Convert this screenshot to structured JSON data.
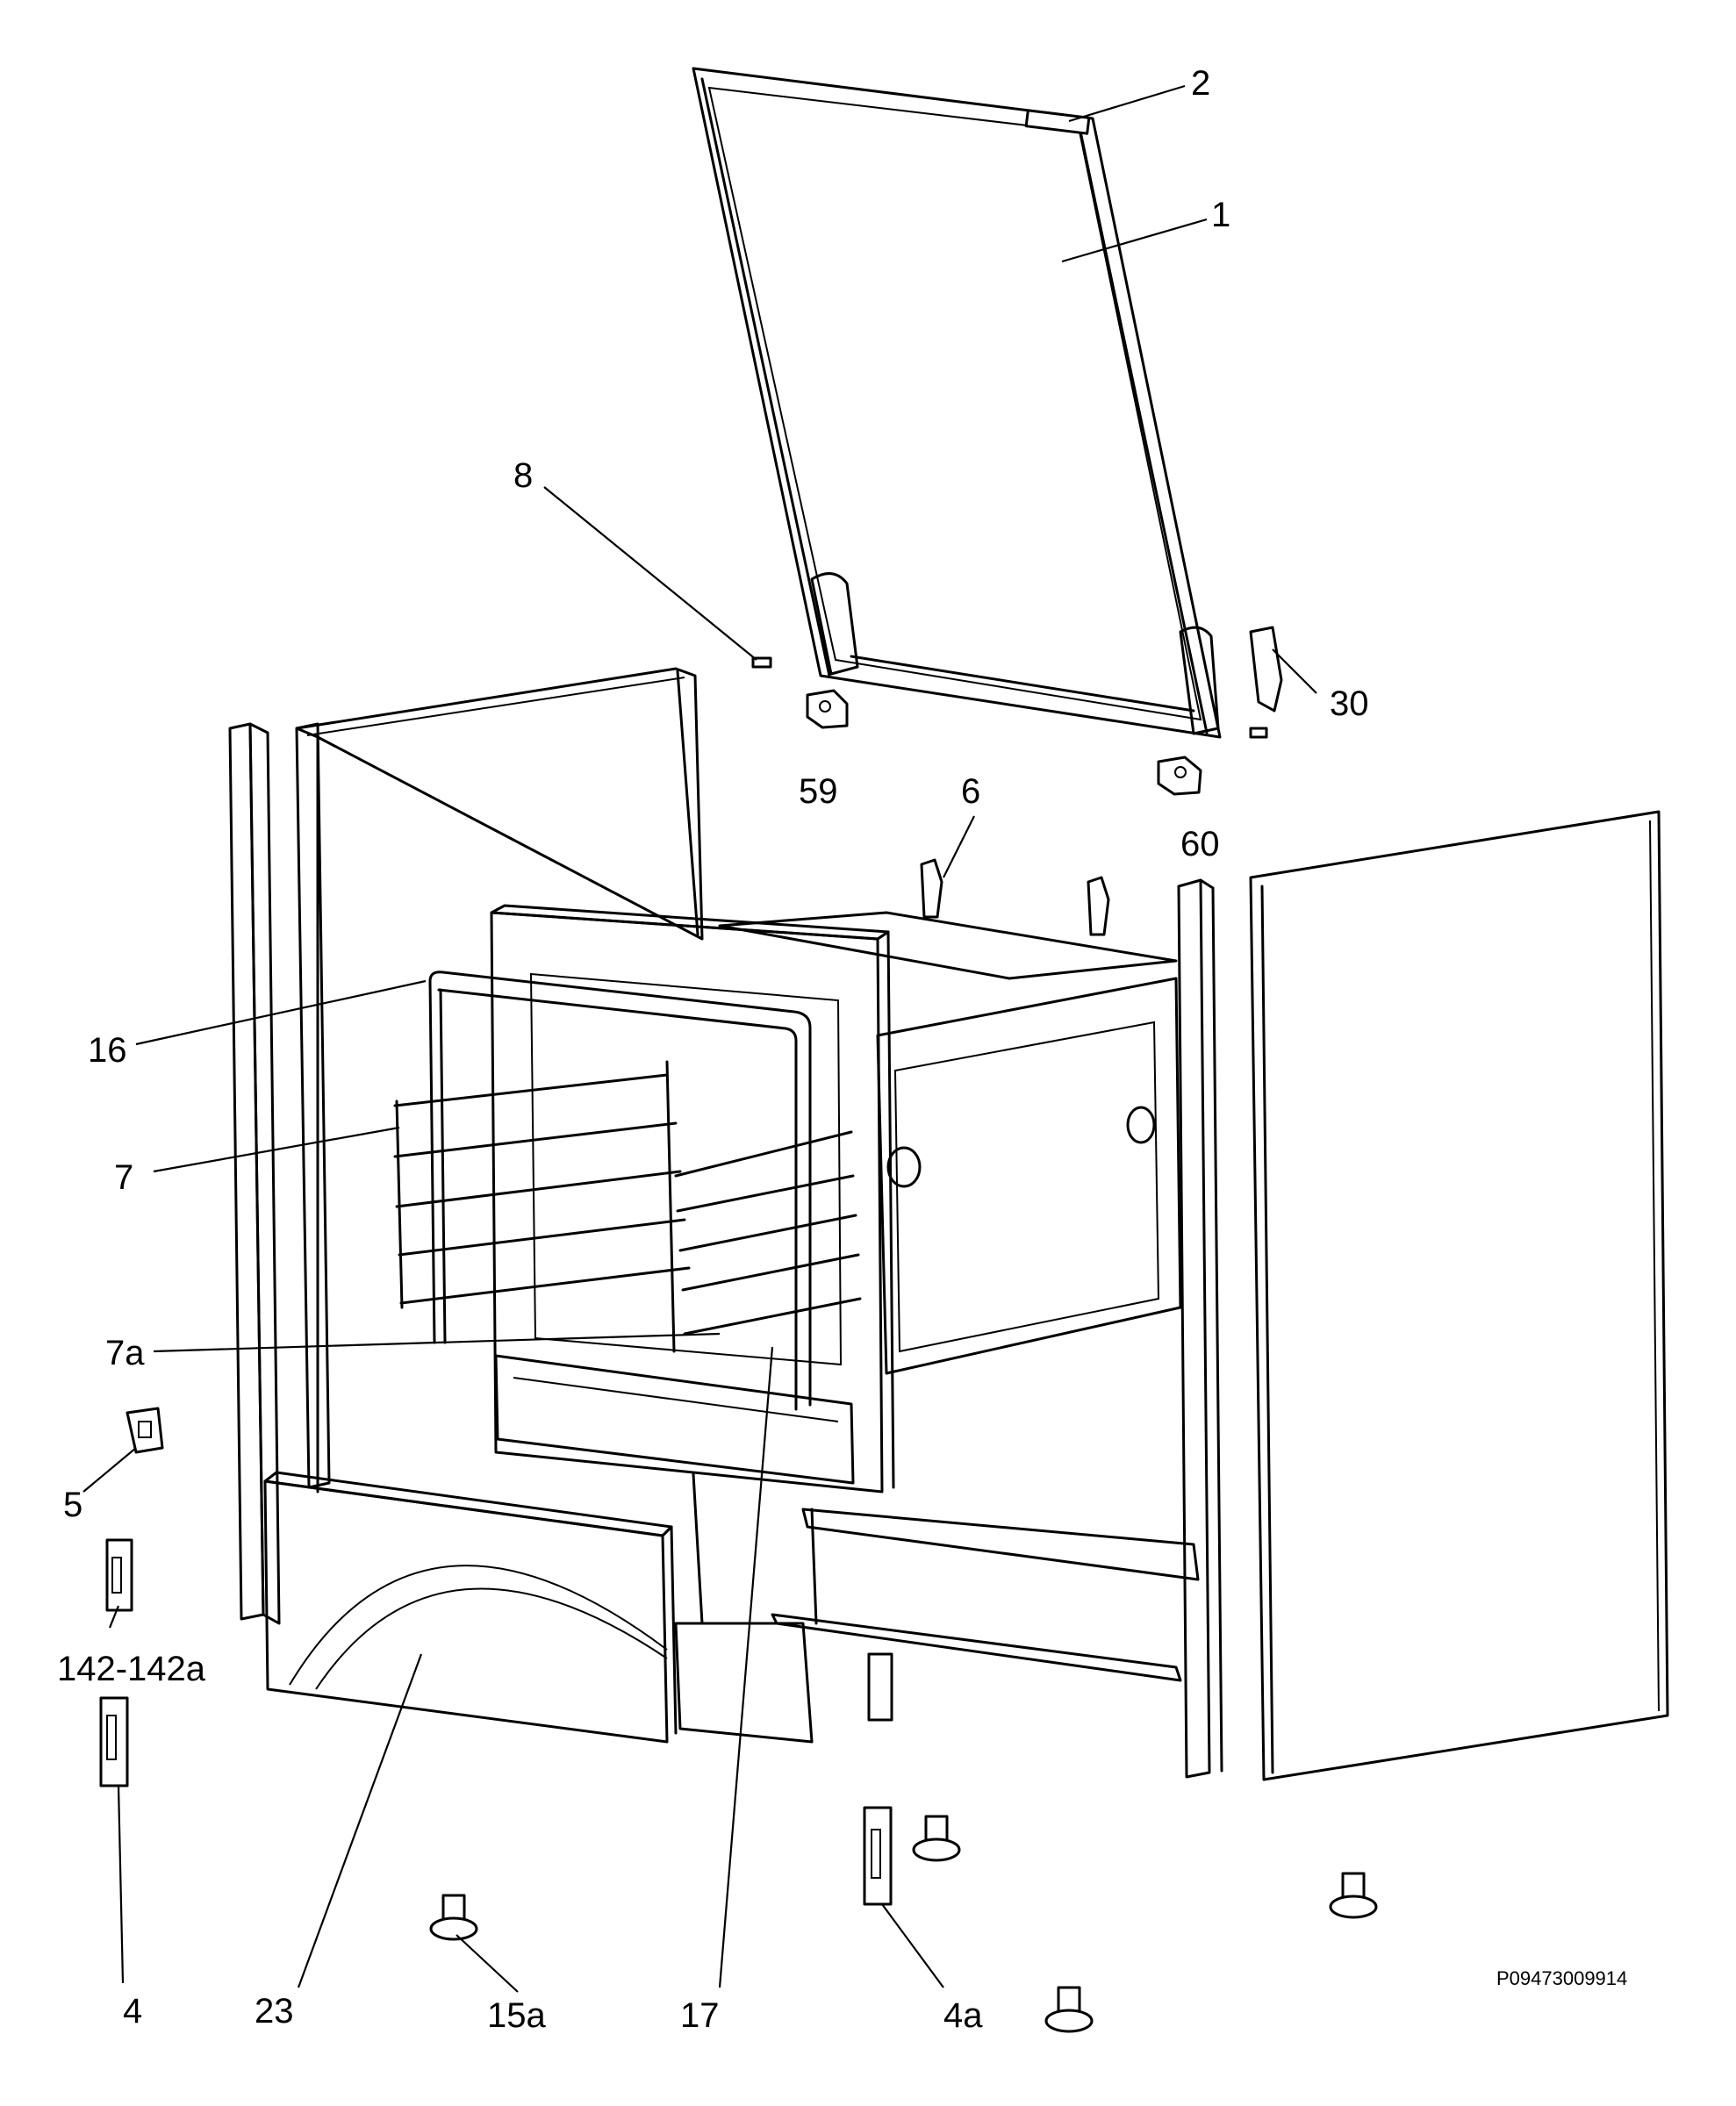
{
  "callouts": {
    "c1": "1",
    "c2": "2",
    "c4": "4",
    "c4a": "4a",
    "c5": "5",
    "c6": "6",
    "c7": "7",
    "c7a": "7a",
    "c8": "8",
    "c15a": "15a",
    "c16": "16",
    "c17": "17",
    "c23": "23",
    "c30": "30",
    "c59": "59",
    "c60": "60",
    "c142": "142-142a"
  },
  "document_id": "P09473009914"
}
